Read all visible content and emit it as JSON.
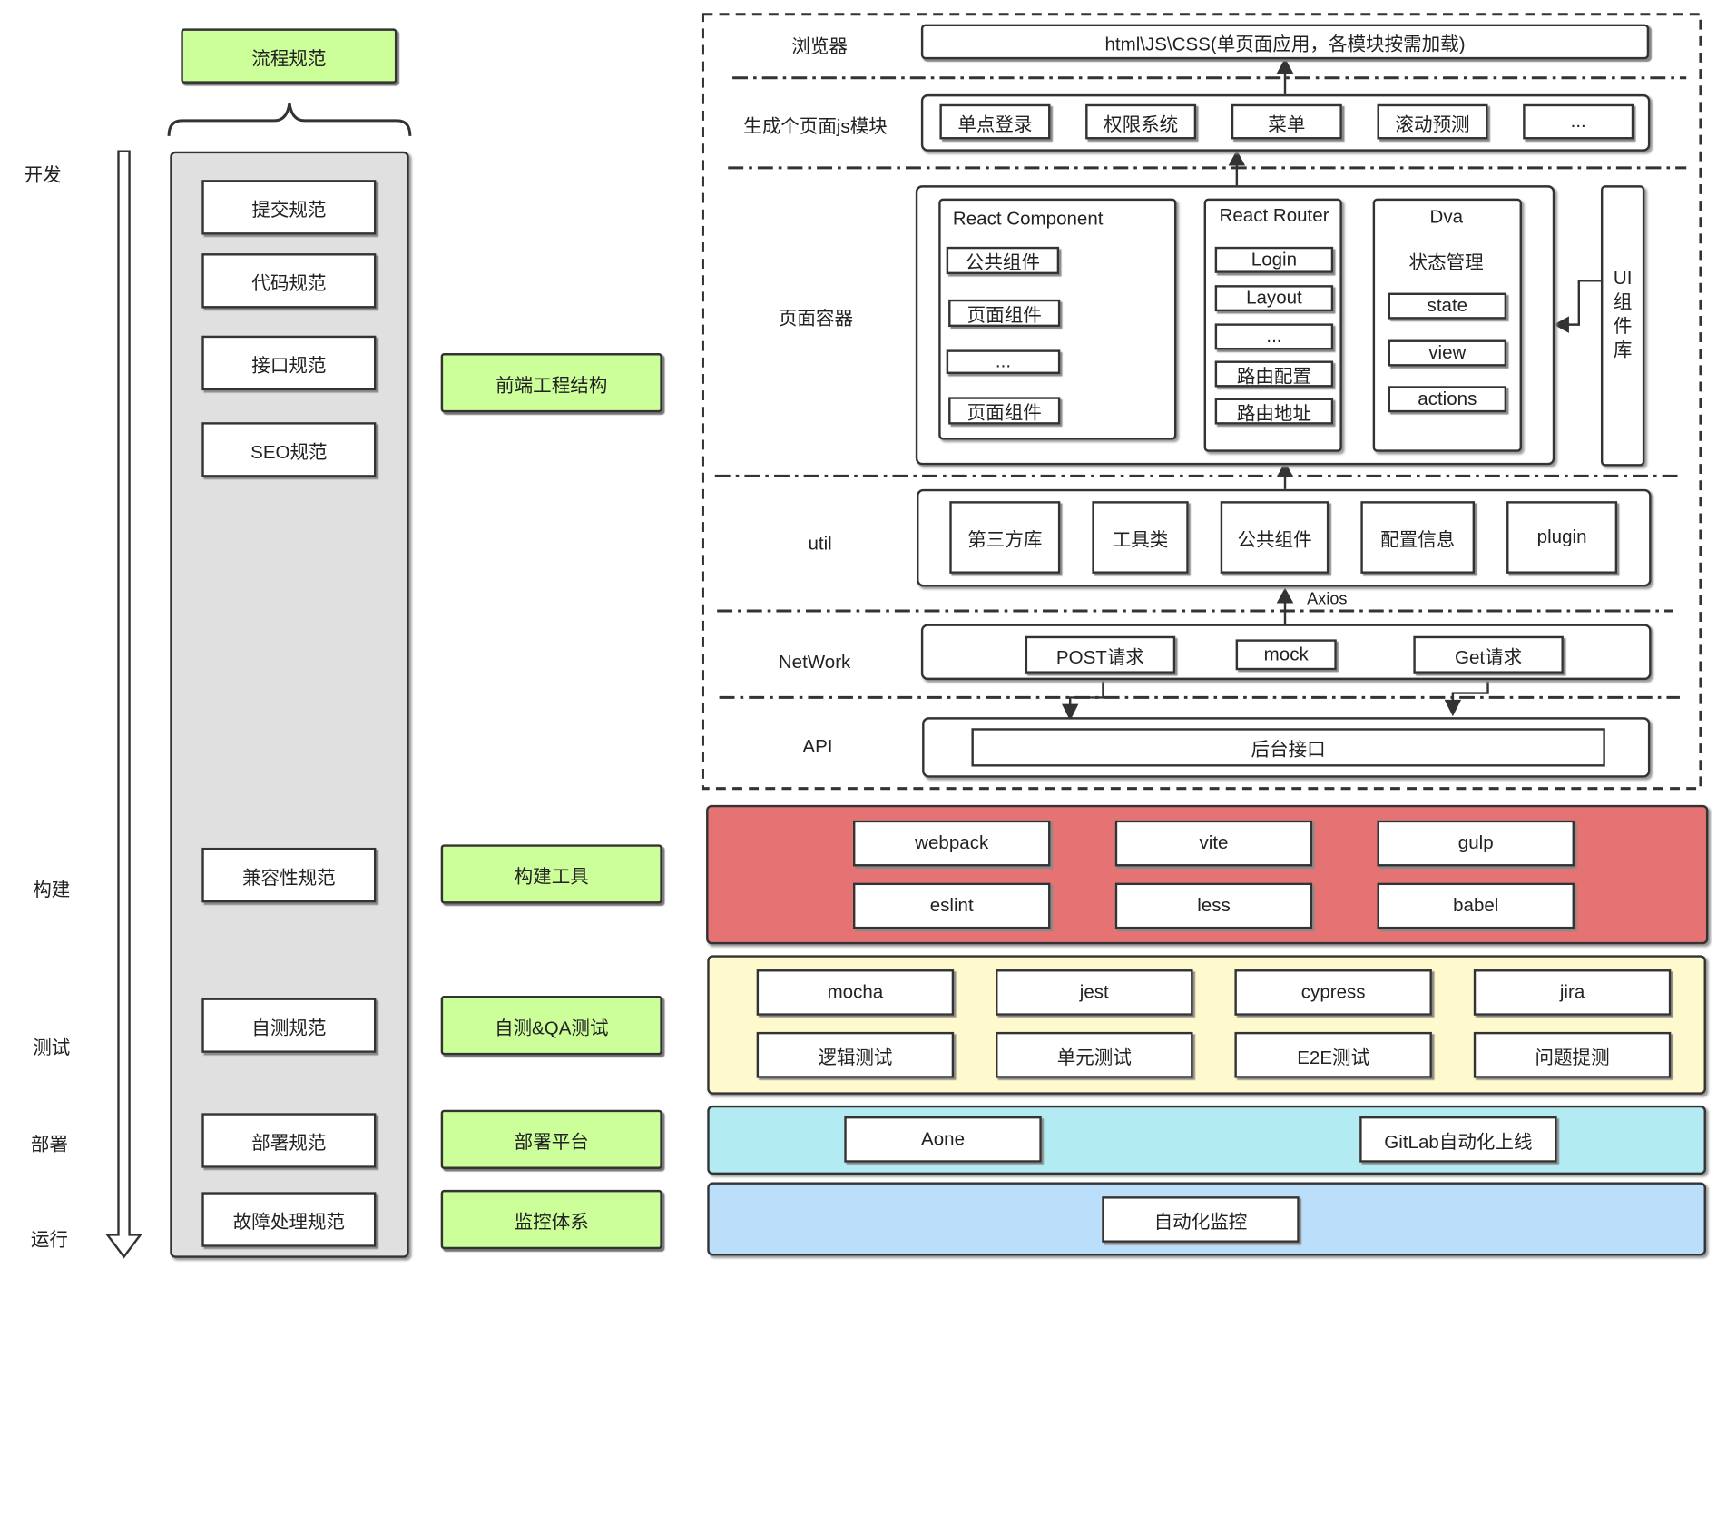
{
  "stages": {
    "develop": "开发",
    "build": "构建",
    "test": "测试",
    "deploy": "部署",
    "run": "运行"
  },
  "process": {
    "title": "流程规范",
    "items": [
      "提交规范",
      "代码规范",
      "接口规范",
      "SEO规范",
      "兼容性规范",
      "自测规范",
      "部署规范",
      "故障处理规范"
    ]
  },
  "categories": {
    "structure": "前端工程结构",
    "build": "构建工具",
    "test": "自测&QA测试",
    "deploy": "部署平台",
    "monitor": "监控体系"
  },
  "layers": {
    "browser": "浏览器",
    "jsmodule": "生成个页面js模块",
    "container": "页面容器",
    "util": "util",
    "network": "NetWork",
    "api": "API"
  },
  "browser_box": "html\\JS\\CSS(单页面应用，各模块按需加载)",
  "modules": [
    "单点登录",
    "权限系统",
    "菜单",
    "滚动预测",
    "..."
  ],
  "react_component": {
    "title": "React Component",
    "items": [
      "公共组件",
      "页面组件",
      "...",
      "页面组件"
    ]
  },
  "react_router": {
    "title": "React Router",
    "items": [
      "Login",
      "Layout",
      "...",
      "路由配置",
      "路由地址"
    ]
  },
  "dva": {
    "title": "Dva",
    "subtitle": "状态管理",
    "items": [
      "state",
      "view",
      "actions"
    ]
  },
  "ui_lib": "UI组件库",
  "util_items": [
    "第三方库",
    "工具类",
    "公共组件",
    "配置信息",
    "plugin"
  ],
  "axios": "Axios",
  "network_items": [
    "POST请求",
    "mock",
    "Get请求"
  ],
  "api_box": "后台接口",
  "build_tools": [
    "webpack",
    "vite",
    "gulp",
    "eslint",
    "less",
    "babel"
  ],
  "test_tools": [
    "mocha",
    "jest",
    "cypress",
    "jira",
    "逻辑测试",
    "单元测试",
    "E2E测试",
    "问题提测"
  ],
  "deploy_tools": [
    "Aone",
    "GitLab自动化上线"
  ],
  "monitor_tools": [
    "自动化监控"
  ],
  "colors": {
    "green": "#ccff99",
    "build": "#e57373",
    "test": "#fffacd",
    "deploy": "#b2ebf2",
    "monitor": "#bbdefb",
    "gray": "#e0e0e0"
  }
}
